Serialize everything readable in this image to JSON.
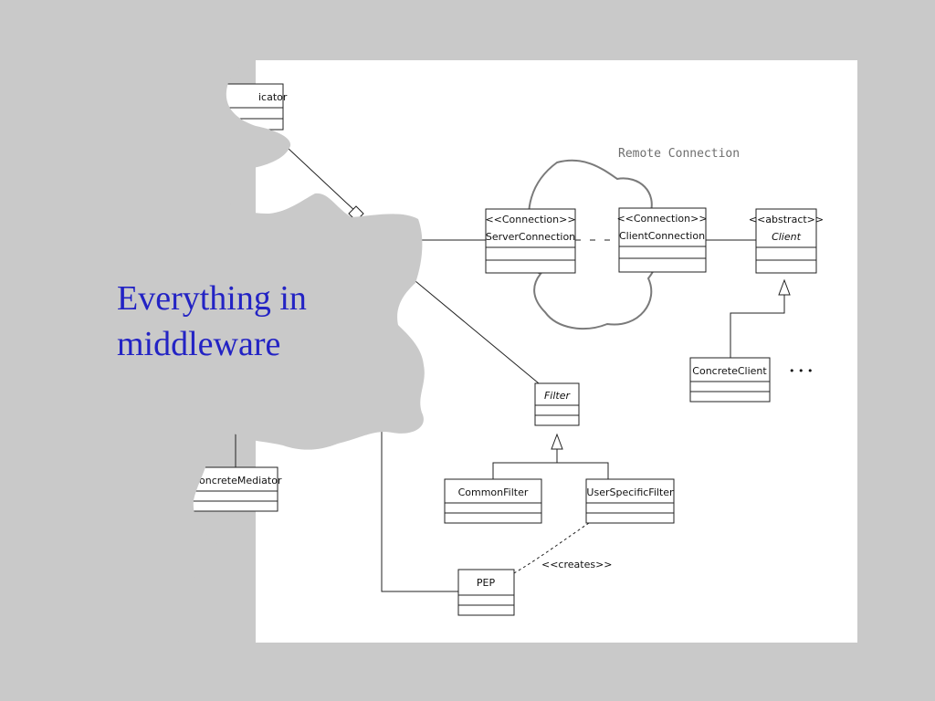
{
  "slide": {
    "title": "Everything in middleware"
  },
  "diagram": {
    "region_label": "Remote Connection",
    "classes": {
      "mediator": "icator",
      "server_connection_stereotype": "<<Connection>>",
      "server_connection": "ServerConnection",
      "client_connection_stereotype": "<<Connection>>",
      "client_connection": "ClientConnection",
      "client_stereotype": "<<abstract>>",
      "client": "Client",
      "concrete_client": "ConcreteClient",
      "filter": "Filter",
      "common_filter": "CommonFilter",
      "user_specific_filter": "UserSpecificFilter",
      "concrete_mediator": "oncreteMediator",
      "pep": "PEP"
    },
    "connectors": {
      "creates": "<<creates>>",
      "ellipsis": "• • •"
    }
  },
  "colors": {
    "background": "#c9c9c9",
    "panel": "#ffffff",
    "title": "#2323c4",
    "cloud": "#7a7a7a"
  }
}
